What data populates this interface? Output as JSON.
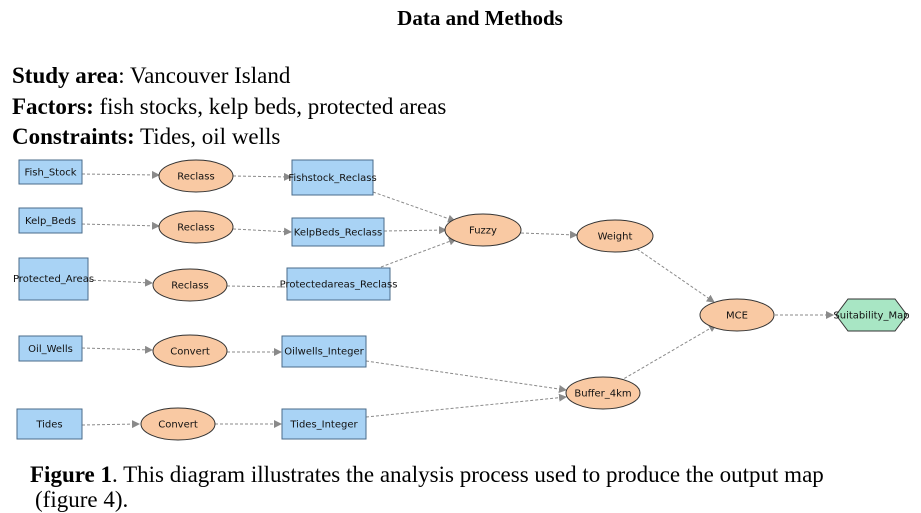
{
  "heading": "Data and Methods",
  "study_area": {
    "label": "Study area",
    "value": ": Vancouver Island"
  },
  "factors": {
    "label": "Factors:",
    "value": " fish stocks, kelp beds, protected areas"
  },
  "constraints": {
    "label": "Constraints:",
    "value": " Tides, oil wells"
  },
  "nodes": {
    "fish_stock": "Fish_Stock",
    "kelp_beds": "Kelp_Beds",
    "protected_areas": "Protected_Areas",
    "oil_wells": "Oil_Wells",
    "tides": "Tides",
    "reclass_1": "Reclass",
    "reclass_2": "Reclass",
    "reclass_3": "Reclass",
    "convert_1": "Convert",
    "convert_2": "Convert",
    "fishstock_reclass": "Fishstock_Reclass",
    "kelpbeds_reclass": "KelpBeds_Reclass",
    "protectedareas_reclass": "Protectedareas_Reclass",
    "oilwells_integer": "Oilwells_Integer",
    "tides_integer": "Tides_Integer",
    "fuzzy": "Fuzzy",
    "weight": "Weight",
    "buffer": "Buffer_4km",
    "mce": "MCE",
    "suitability_map": "Suitability_Map"
  },
  "caption": {
    "label": "Figure 1",
    "text": ". This diagram illustrates the analysis process used to produce the output map",
    "line2": "(figure 4)."
  },
  "colors": {
    "data_box": "#a9d3f5",
    "tool_ellipse": "#f9c9a3",
    "output_hex": "#a8e6c4",
    "arrow": "#8a8a8a"
  }
}
